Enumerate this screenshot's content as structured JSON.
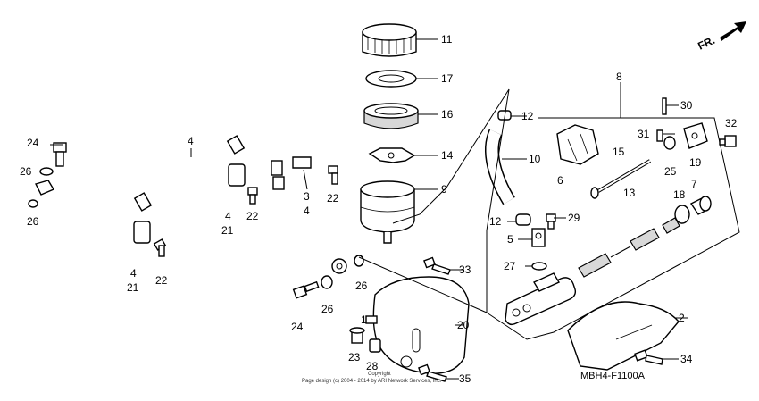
{
  "direction_label": "FR.",
  "diagram_code": "MBH4-F1100A",
  "copyright_line1": "Copyright",
  "copyright_line2": "Page design (c) 2004 - 2014 by ARI Network Services, Inc.",
  "callouts": {
    "c1": "1",
    "c2": "2",
    "c3": "3",
    "c3b": "4",
    "c4a": "4",
    "c4b": "4",
    "c4c": "4",
    "c5": "5",
    "c6": "6",
    "c7": "7",
    "c8": "8",
    "c9": "9",
    "c10": "10",
    "c11": "11",
    "c12a": "12",
    "c12b": "12",
    "c13": "13",
    "c14": "14",
    "c15": "15",
    "c16": "16",
    "c17": "17",
    "c18": "18",
    "c19": "19",
    "c20": "20",
    "c21a": "21",
    "c21b": "21",
    "c22a": "22",
    "c22b": "22",
    "c22c": "22",
    "c23": "23",
    "c24a": "24",
    "c24b": "24",
    "c25": "25",
    "c26a": "26",
    "c26b": "26",
    "c26c": "26",
    "c26d": "26",
    "c27": "27",
    "c28": "28",
    "c29": "29",
    "c30": "30",
    "c31": "31",
    "c32": "32",
    "c33": "33",
    "c34": "34",
    "c35": "35"
  }
}
